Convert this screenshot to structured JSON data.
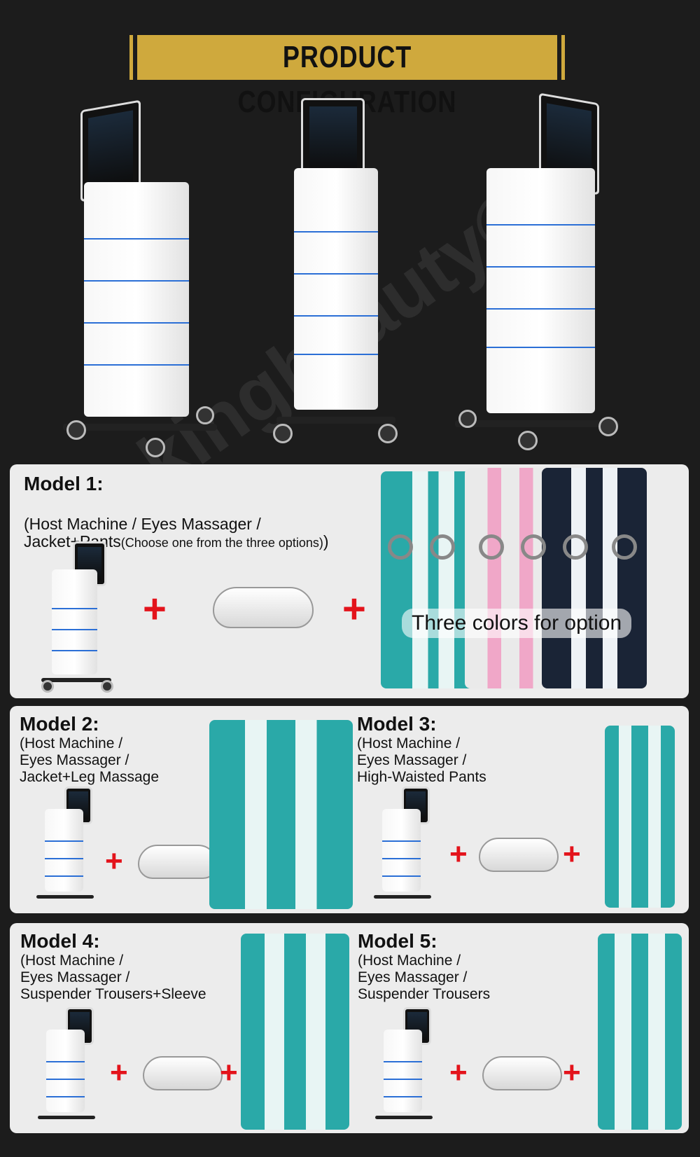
{
  "header": {
    "title": "PRODUCT CONFIGURATION"
  },
  "watermark": "Sokingbeauty®",
  "models": [
    {
      "title": "Model 1:",
      "desc_main": "(Host Machine / Eyes Massager /\nJacket+Pants",
      "desc_small": "(Choose one from the three options)",
      "desc_end": ")",
      "colors_note": "Three colors for option"
    },
    {
      "title": "Model 2:",
      "desc": "(Host Machine /\nEyes Massager /\nJacket+Leg Massage"
    },
    {
      "title": "Model 3:",
      "desc": "(Host Machine /\nEyes Massager /\nHigh-Waisted Pants"
    },
    {
      "title": "Model 4:",
      "desc": "(Host Machine /\nEyes Massager /\nSuspender Trousers+Sleeve"
    },
    {
      "title": "Model 5:",
      "desc": "(Host Machine /\nEyes Massager /\nSuspender Trousers"
    }
  ],
  "plus_symbol": "+",
  "colors": {
    "accent_gold": "#cfa93d",
    "plus_red": "#e3131b",
    "suit_teal": "#2aa9a8",
    "suit_pink": "#f0a7c8",
    "suit_navy": "#1a2436"
  }
}
